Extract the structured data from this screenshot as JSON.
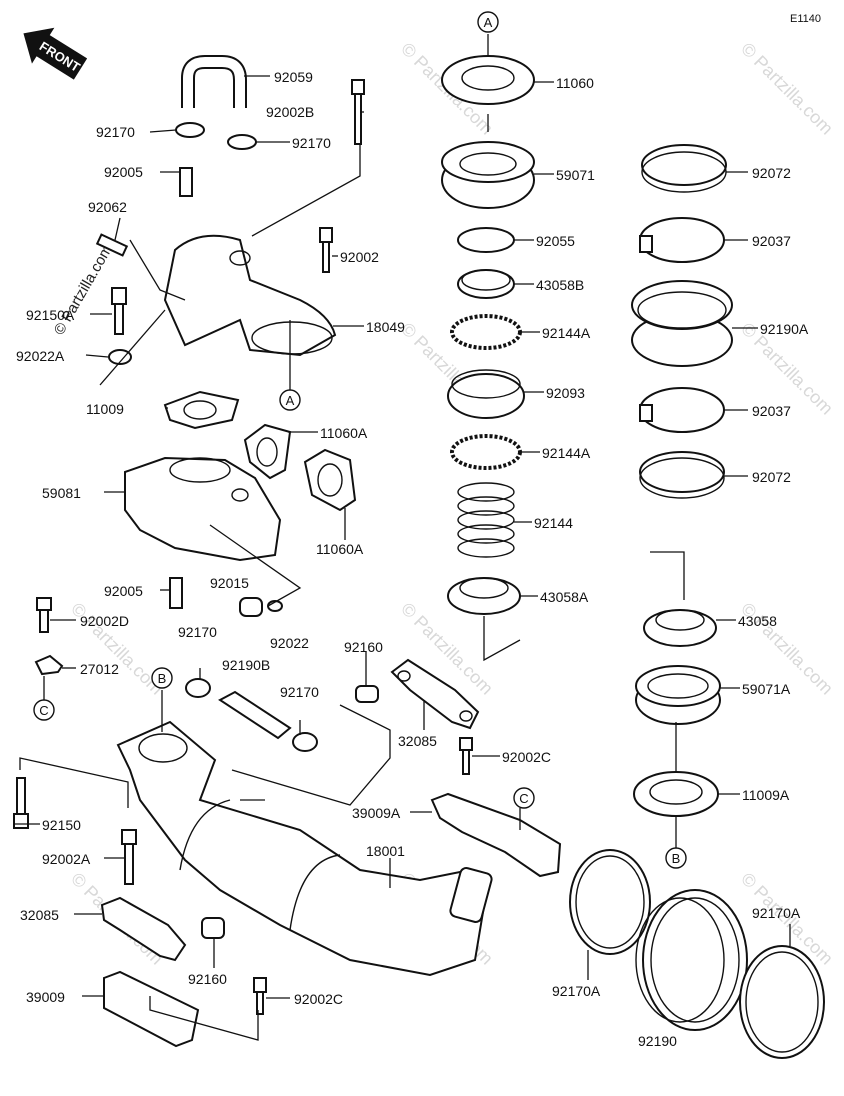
{
  "diagram_code": "E1140",
  "front_label": "FRONT",
  "watermark": "© Partzilla.com",
  "references": [
    "A",
    "A",
    "B",
    "B",
    "C",
    "C"
  ],
  "part_labels": [
    "92059",
    "92002B",
    "92170",
    "92170",
    "92005",
    "92062",
    "92002",
    "92150A",
    "18049",
    "92022A",
    "11009",
    "11060A",
    "59081",
    "11060A",
    "92005",
    "92015",
    "92002D",
    "92022",
    "92170",
    "92160",
    "27012",
    "92190B",
    "92170",
    "32085",
    "92002C",
    "92150",
    "39009A",
    "18001",
    "92002A",
    "32085",
    "92160",
    "39009",
    "92002C",
    "11060",
    "59071",
    "92055",
    "43058B",
    "92144A",
    "92093",
    "92144A",
    "92144",
    "43058A",
    "92072",
    "92037",
    "92190A",
    "92037",
    "92072",
    "43058",
    "59071A",
    "11009A",
    "92170A",
    "92170A",
    "92190"
  ]
}
